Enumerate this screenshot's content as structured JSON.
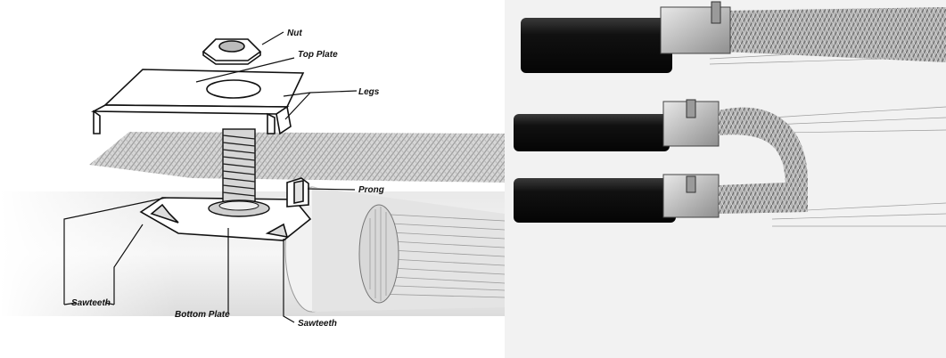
{
  "diagram": {
    "labels": {
      "nut": "Nut",
      "top_plate": "Top Plate",
      "legs": "Legs",
      "prong": "Prong",
      "sawteeth_left": "Sawteeth",
      "bottom_plate": "Bottom Plate",
      "sawteeth_right": "Sawteeth"
    }
  },
  "colors": {
    "background": "#ffffff",
    "cable_jacket": "#1a1a1a",
    "braid": "#b8b8b8",
    "line": "#111111"
  }
}
